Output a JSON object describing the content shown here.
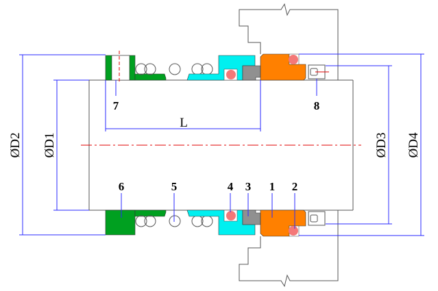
{
  "title": "Mechanical seal cross-section drawing",
  "colors": {
    "seal_ring": "#ff8000",
    "o_ring": "#f47878",
    "stationary_ring": "#909090",
    "push_ring": "#00f0f0",
    "spring_seat": "#00a020",
    "dimension_line": "#2a2aff",
    "center_line": "#e00000"
  },
  "part_labels": [
    "1",
    "2",
    "3",
    "4",
    "5",
    "6",
    "7",
    "8"
  ],
  "dimensions": {
    "d1": "ØD1",
    "d2": "ØD2",
    "d3": "ØD3",
    "d4": "ØD4",
    "length": "L"
  }
}
